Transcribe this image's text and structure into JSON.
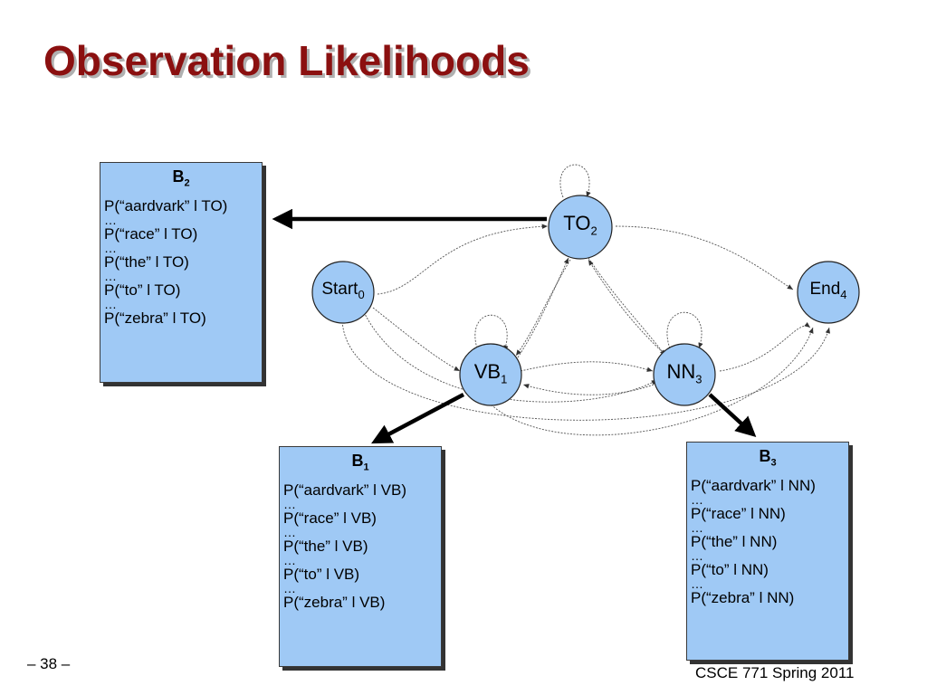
{
  "title": "Observation Likelihoods",
  "nodes": {
    "start": {
      "label": "Start",
      "sub": "0"
    },
    "to": {
      "label": "TO",
      "sub": "2"
    },
    "end": {
      "label": "End",
      "sub": "4"
    },
    "vb": {
      "label": "VB",
      "sub": "1"
    },
    "nn": {
      "label": "NN",
      "sub": "3"
    }
  },
  "boxes": {
    "b2": {
      "title": "B",
      "sub": "2",
      "lines": [
        "P(“aardvark” l TO)",
        "…",
        "P(“race” l TO)",
        "…",
        "P(“the” l TO)",
        "…",
        "P(“to” l TO)",
        "…",
        "P(“zebra” l TO)"
      ]
    },
    "b1": {
      "title": "B",
      "sub": "1",
      "lines": [
        "P(“aardvark” l VB)",
        "…",
        "P(“race” l VB)",
        "…",
        "P(“the” l VB)",
        "…",
        "P(“to” l VB)",
        "…",
        "P(“zebra” l VB)"
      ]
    },
    "b3": {
      "title": "B",
      "sub": "3",
      "lines": [
        "P(“aardvark” l NN)",
        "…",
        "P(“race” l NN)",
        "…",
        "P(“the” l NN)",
        "…",
        "P(“to” l NN)",
        "…",
        "P(“zebra” l NN)"
      ]
    }
  },
  "footer": {
    "page": "– 38 –",
    "course": "CSCE 771 Spring 2011"
  },
  "colors": {
    "title": "#8b1010",
    "node_fill": "#9fc9f5",
    "box_fill": "#9fc9f5"
  }
}
